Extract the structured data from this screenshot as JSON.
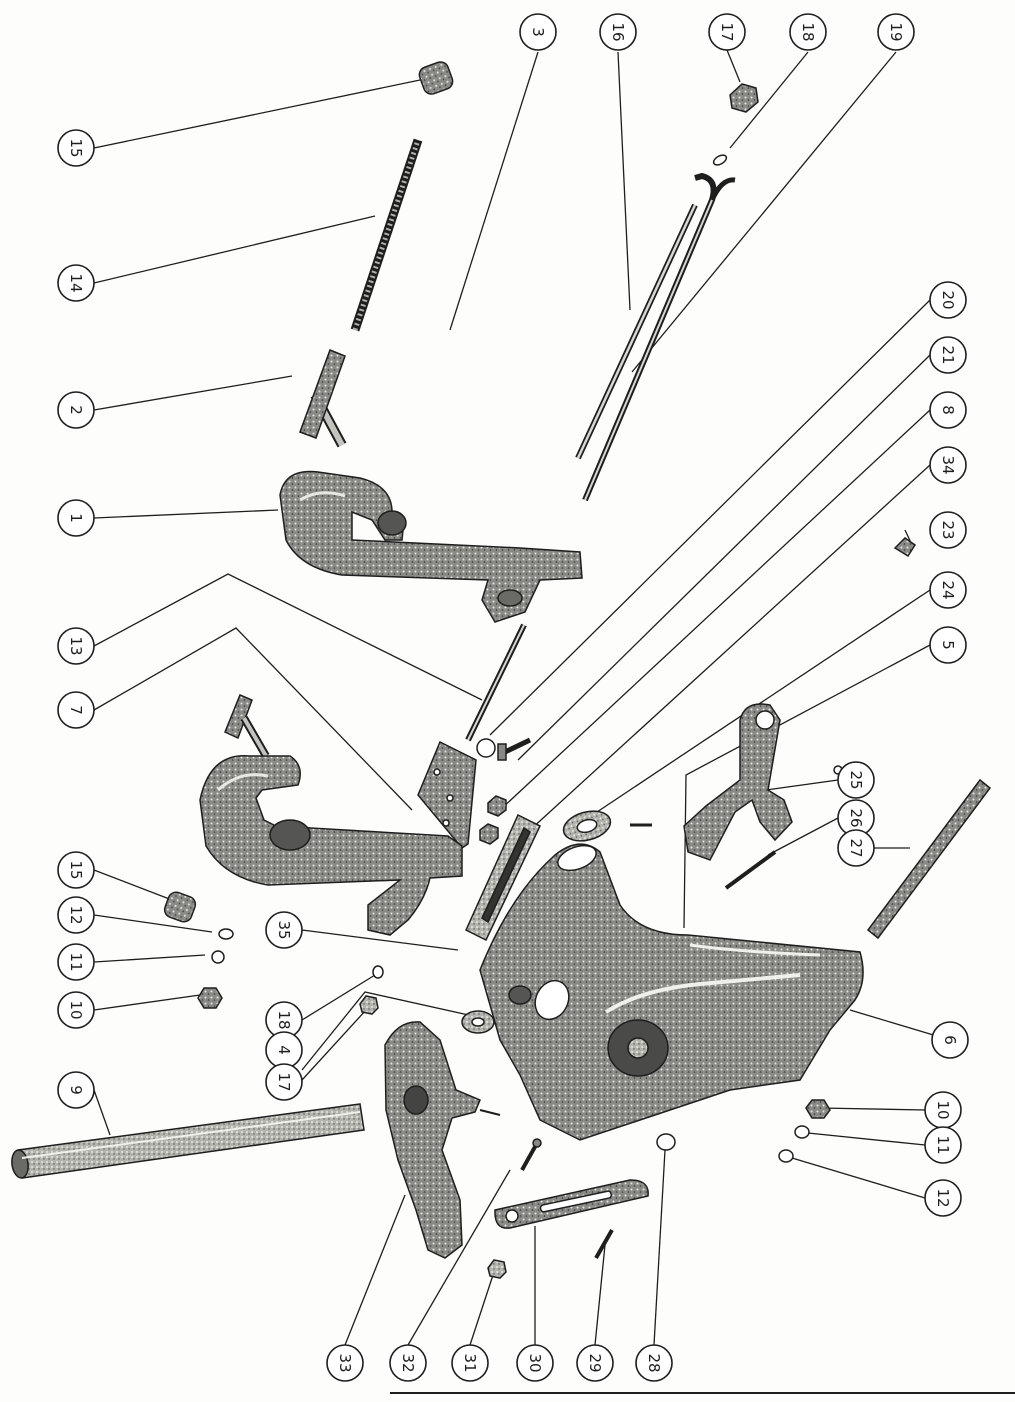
{
  "diagram": {
    "type": "exploded parts view",
    "orientation": "rotated 90° counter-clockwise",
    "colors": {
      "ink": "#1e1e1e",
      "part_fill": "#7d7d7a",
      "part_light": "#b9b9b4",
      "paper": "#fdfdfb"
    },
    "callouts": [
      {
        "label": "3"
      },
      {
        "label": "16"
      },
      {
        "label": "17"
      },
      {
        "label": "18"
      },
      {
        "label": "19"
      },
      {
        "label": "15"
      },
      {
        "label": "14"
      },
      {
        "label": "2"
      },
      {
        "label": "1"
      },
      {
        "label": "20"
      },
      {
        "label": "21"
      },
      {
        "label": "8"
      },
      {
        "label": "34"
      },
      {
        "label": "23"
      },
      {
        "label": "24"
      },
      {
        "label": "5"
      },
      {
        "label": "13"
      },
      {
        "label": "7"
      },
      {
        "label": "25"
      },
      {
        "label": "26"
      },
      {
        "label": "27"
      },
      {
        "label": "15"
      },
      {
        "label": "12"
      },
      {
        "label": "11"
      },
      {
        "label": "10"
      },
      {
        "label": "35"
      },
      {
        "label": "18"
      },
      {
        "label": "4"
      },
      {
        "label": "17"
      },
      {
        "label": "9"
      },
      {
        "label": "6"
      },
      {
        "label": "10"
      },
      {
        "label": "11"
      },
      {
        "label": "12"
      },
      {
        "label": "33"
      },
      {
        "label": "32"
      },
      {
        "label": "31"
      },
      {
        "label": "30"
      },
      {
        "label": "29"
      },
      {
        "label": "28"
      }
    ]
  }
}
